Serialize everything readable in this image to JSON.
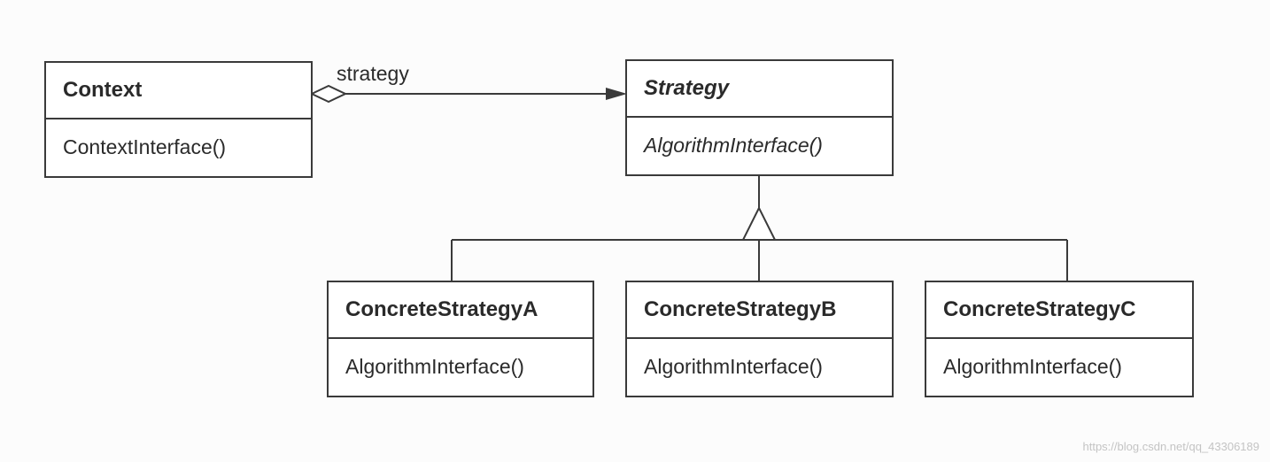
{
  "diagram": {
    "association_label": "strategy",
    "classes": {
      "context": {
        "name": "Context",
        "operation": "ContextInterface()",
        "abstract": false
      },
      "strategy": {
        "name": "Strategy",
        "operation": "AlgorithmInterface()",
        "abstract": true
      },
      "concrete_a": {
        "name": "ConcreteStrategyA",
        "operation": "AlgorithmInterface()",
        "abstract": false
      },
      "concrete_b": {
        "name": "ConcreteStrategyB",
        "operation": "AlgorithmInterface()",
        "abstract": false
      },
      "concrete_c": {
        "name": "ConcreteStrategyC",
        "operation": "AlgorithmInterface()",
        "abstract": false
      }
    },
    "relations": [
      {
        "type": "aggregation",
        "from": "Context",
        "to": "Strategy",
        "label": "strategy"
      },
      {
        "type": "generalization",
        "from": "ConcreteStrategyA",
        "to": "Strategy"
      },
      {
        "type": "generalization",
        "from": "ConcreteStrategyB",
        "to": "Strategy"
      },
      {
        "type": "generalization",
        "from": "ConcreteStrategyC",
        "to": "Strategy"
      }
    ]
  },
  "watermark": "https://blog.csdn.net/qq_43306189",
  "colors": {
    "line": "#3a3a3a",
    "text": "#2a2a2a",
    "background": "#fcfcfc",
    "watermark": "#c4c4c4"
  }
}
